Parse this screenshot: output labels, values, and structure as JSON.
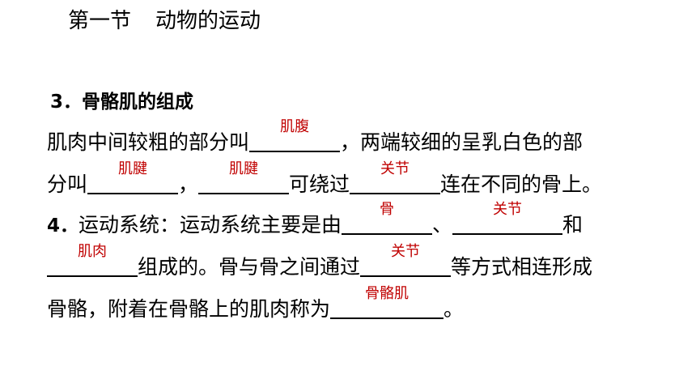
{
  "title": {
    "part1": "第一节",
    "part2": "动物的运动"
  },
  "section3": {
    "heading": "3．骨骼肌的组成",
    "l1_text1": "肌肉中间较粗的部分叫",
    "l1_answer": "肌腹",
    "l1_text2": "，两端较细的呈乳白色的部",
    "l2_text1": "分叫",
    "l2_answer1": "肌腱",
    "l2_text2": "，",
    "l2_answer2": "肌腱",
    "l2_text3": "可绕过",
    "l2_answer3": "关节",
    "l2_text4": "连在不同的骨上。"
  },
  "section4": {
    "num": "4．",
    "l3_text1": "运动系统：运动系统主要是由",
    "l3_answer1": "骨",
    "l3_text2": "、",
    "l3_answer2": "关节",
    "l3_text3": "和",
    "l4_answer1": "肌肉",
    "l4_text1": "组成的。骨与骨之间通过",
    "l4_answer2": "关节",
    "l4_text2": "等方式相连形成",
    "l5_text1": "骨骼，附着在骨骼上的肌肉称为",
    "l5_answer": "骨骼肌",
    "l5_text2": "。"
  },
  "colors": {
    "answer": "#c00000",
    "text": "#000000"
  }
}
